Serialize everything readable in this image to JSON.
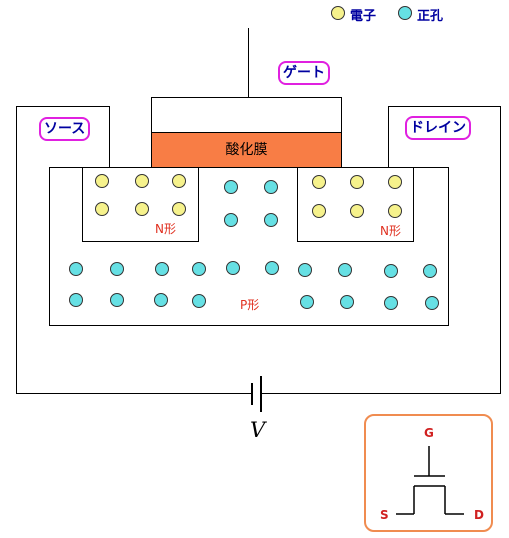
{
  "legend": {
    "electron": {
      "label": "電子",
      "color": "#f6f28c"
    },
    "hole": {
      "label": "正孔",
      "color": "#66e0e4"
    }
  },
  "labels": {
    "gate": "ゲート",
    "source": "ソース",
    "drain": "ドレイン",
    "oxide": "酸化膜",
    "n_left": "N形",
    "n_right": "N形",
    "p_region": "P形",
    "voltage": "V"
  },
  "symbol": {
    "g": "G",
    "s": "S",
    "d": "D",
    "border_color": "#f08c50"
  },
  "colors": {
    "pill_border": "#e020e0",
    "text_blue": "#0000a0",
    "oxide": "#f87d45",
    "region_label": "#e03020"
  }
}
